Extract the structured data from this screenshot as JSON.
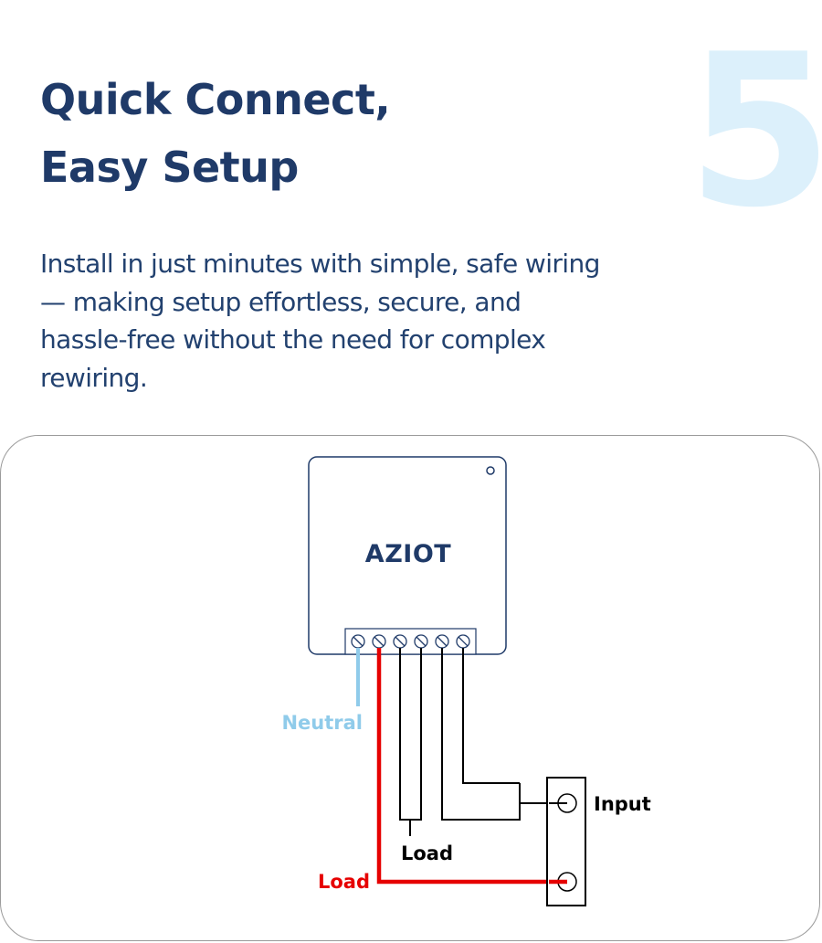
{
  "step_number": "5",
  "title_lines": [
    "Quick Connect,",
    "Easy Setup"
  ],
  "description": "Install in just minutes with simple, safe wiring — making setup effortless, secure, and hassle-free without the need for complex rewiring.",
  "diagram": {
    "brand": "AZIOT",
    "labels": {
      "neutral": "Neutral",
      "input": "Input",
      "load_black": "Load",
      "load_red": "Load"
    },
    "colors": {
      "title": "#1f3a68",
      "step_number": "#dcf0fb",
      "neutral_wire": "#8fcbea",
      "live_wire": "#e60000",
      "wire": "#000000",
      "device_outline": "#1f3a68"
    }
  }
}
